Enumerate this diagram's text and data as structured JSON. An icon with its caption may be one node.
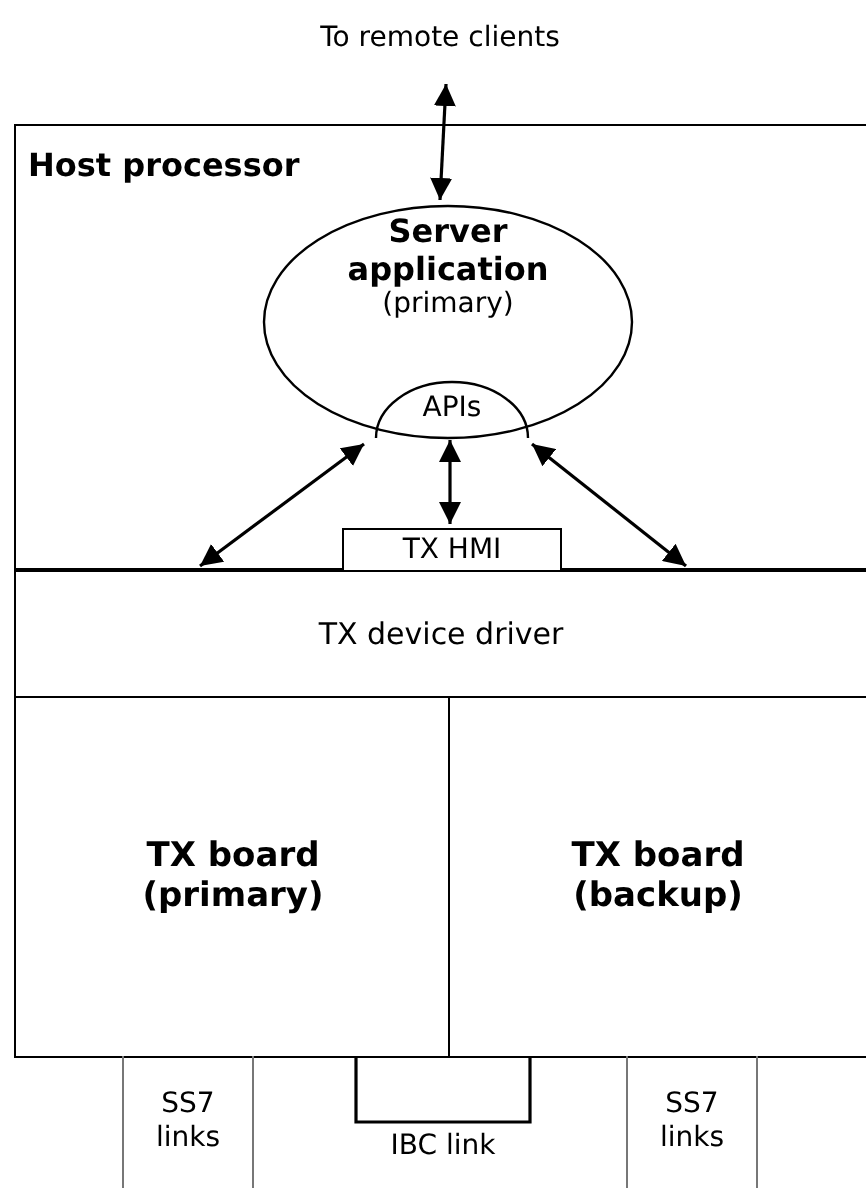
{
  "diagram": {
    "nodes": [
      {
        "text": [
          "To remote clients"
        ]
      },
      {
        "text": [
          "Host processor"
        ]
      },
      {
        "text": [
          "Server application",
          "(primary)"
        ],
        "in": 1
      },
      {
        "text": [
          "APIs"
        ],
        "in": 2
      },
      {
        "text": [
          "TX HMI"
        ],
        "in": 1
      },
      {
        "text": [
          "TX device driver"
        ]
      },
      {
        "text": [
          "TX board (primary)"
        ]
      },
      {
        "text": [
          "TX board (backup)"
        ]
      },
      {
        "text": [
          "SS7 links"
        ]
      },
      {
        "text": [
          "SS7 links"
        ]
      }
    ],
    "edges": [
      {
        "from": 0,
        "to": 2,
        "arrow": "both"
      },
      {
        "from": 3,
        "to": 4,
        "arrow": "both"
      },
      {
        "from": 3,
        "to": 5,
        "arrow": "both"
      },
      {
        "from": 3,
        "to": 5,
        "arrow": "both"
      },
      {
        "from": 6,
        "to": 7,
        "arrow": "none",
        "label": "IBC link"
      }
    ]
  }
}
